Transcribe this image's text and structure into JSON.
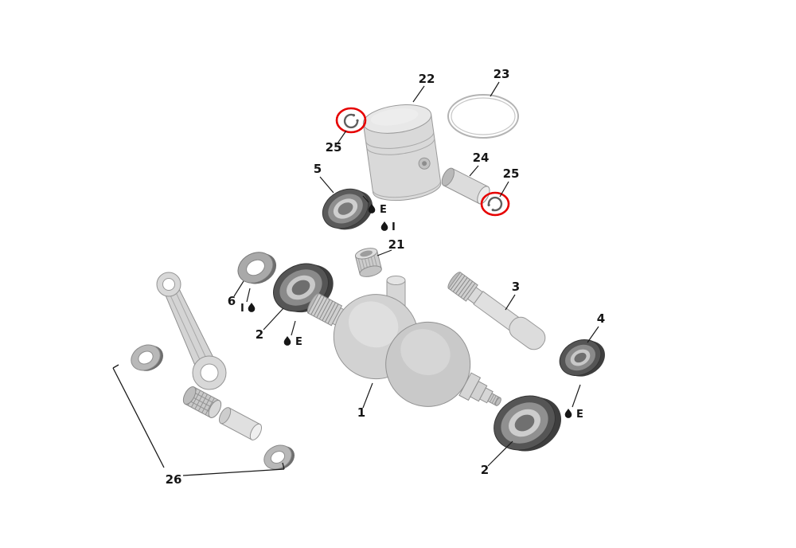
{
  "diagram": {
    "name": "crankshaft-piston-exploded-parts-diagram",
    "background_color": "#ffffff",
    "highlight_color": "#e60000",
    "line_color": "#1a1a1a",
    "part_labels": [
      "22",
      "23",
      "25",
      "5",
      "24",
      "25",
      "21",
      "6",
      "2",
      "1",
      "3",
      "4",
      "2",
      "26"
    ],
    "lube_markers": [
      "E",
      "I",
      "I",
      "E",
      "E"
    ]
  }
}
